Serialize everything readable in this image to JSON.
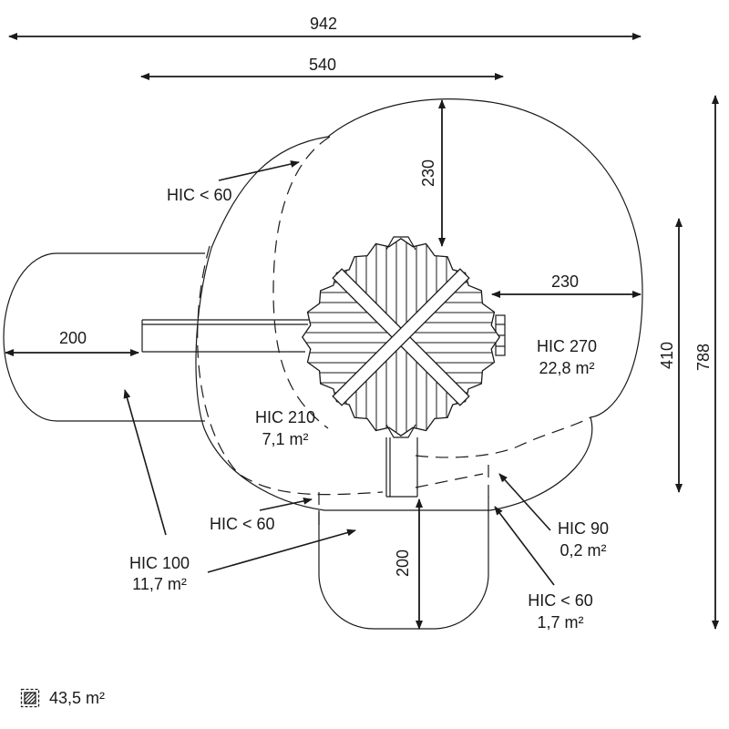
{
  "dimensions": {
    "total_width": "942",
    "platform_width": "540",
    "top_clearance": "230",
    "right_clearance": "230",
    "left_extension": "200",
    "bottom_extension": "200",
    "inner_height": "410",
    "total_height": "788"
  },
  "zones": {
    "hic60_top": "HIC < 60",
    "hic270_label": "HIC 270",
    "hic270_area": "22,8 m²",
    "hic210_label": "HIC 210",
    "hic210_area": "7,1 m²",
    "hic60_mid": "HIC < 60",
    "hic100_label": "HIC 100",
    "hic100_area": "11,7 m²",
    "hic90_label": "HIC 90",
    "hic90_area": "0,2 m²",
    "hic60_bottom_label": "HIC < 60",
    "hic60_bottom_area": "1,7 m²"
  },
  "legend": {
    "icon": "hatched-area-icon",
    "total_area": "43,5 m²"
  }
}
